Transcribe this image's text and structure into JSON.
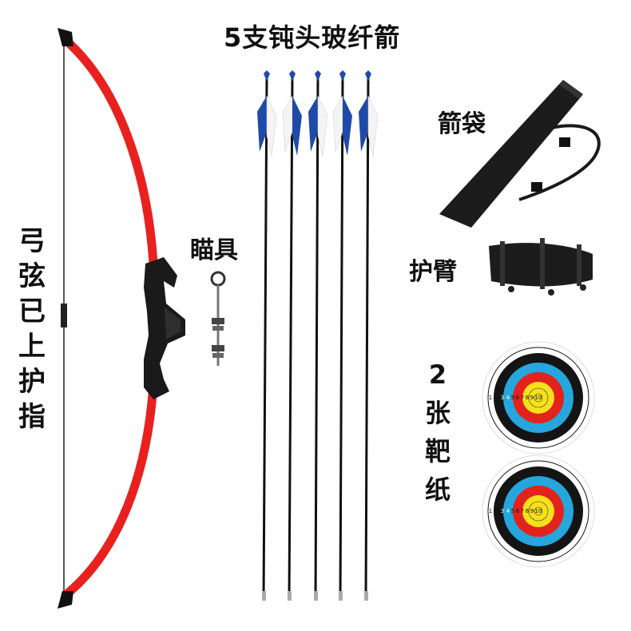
{
  "title": "5支钝头玻纤箭",
  "labels": {
    "bow": [
      "弓",
      "弦",
      "已",
      "上",
      "护",
      "指"
    ],
    "sight": "瞄具",
    "quiver": "箭袋",
    "arm_guard": "护臂",
    "targets": [
      "2",
      "张",
      "靶",
      "纸"
    ]
  },
  "target_rings": [
    "1",
    "2",
    "3",
    "4",
    "5",
    "6",
    "7",
    "8",
    "9",
    "10"
  ],
  "colors": {
    "bow_limb": "#e8211f",
    "bow_grip": "#1a1a1a",
    "arrow_shaft": "#111111",
    "fletching_blue": "#1f4aa8",
    "fletching_white": "#f4f4f4",
    "quiver": "#1c1c1c",
    "target_yellow": "#f7e11b",
    "target_red": "#e3221c",
    "target_blue": "#25a6dd",
    "target_black": "#141414",
    "target_white": "#ffffff"
  }
}
